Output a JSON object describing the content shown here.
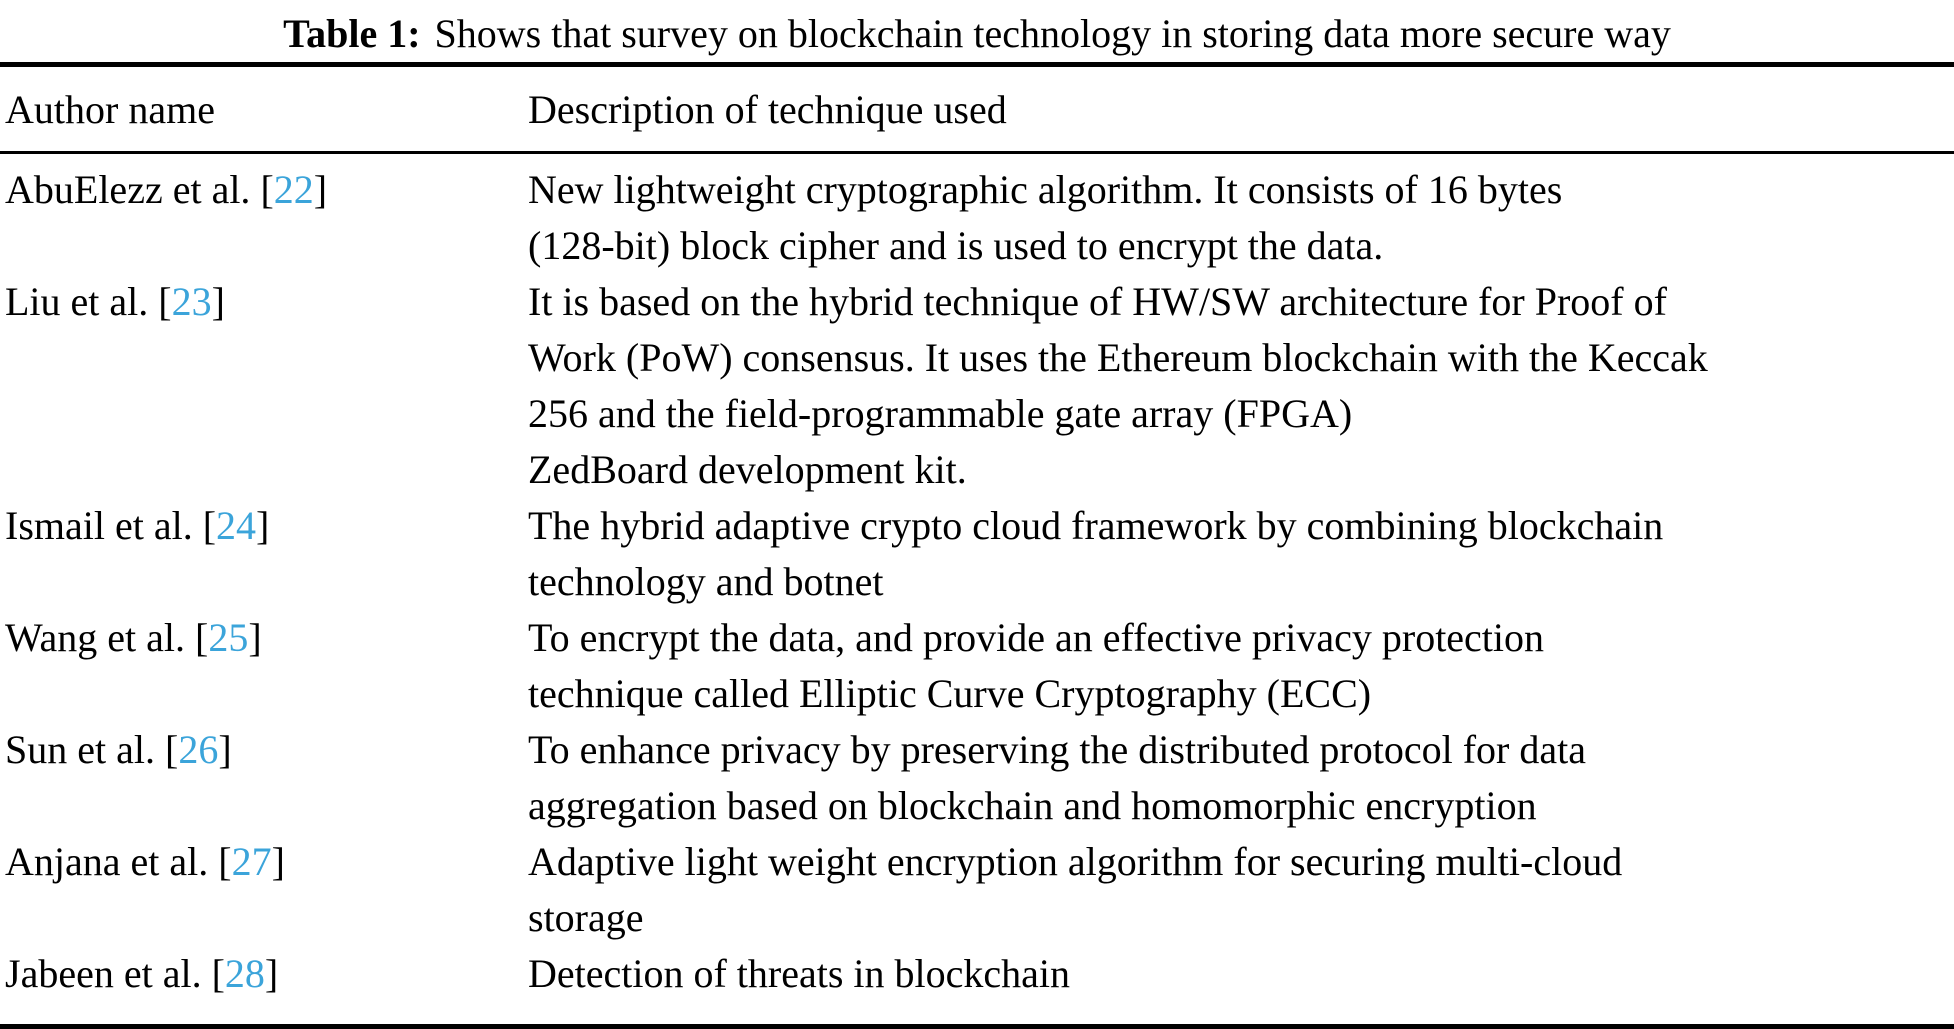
{
  "caption": {
    "label": "Table 1:",
    "text": "Shows that survey on blockchain technology in storing data more secure way"
  },
  "columns": [
    "Author name",
    "Description of technique used"
  ],
  "citation": {
    "bracket_open": "[",
    "bracket_close": "]"
  },
  "rows": [
    {
      "author": "AbuElezz et al.",
      "ref": "22",
      "description": "New lightweight cryptographic algorithm. It consists of 16 bytes\n(128-bit) block cipher and is used to encrypt the data."
    },
    {
      "author": "Liu et al.",
      "ref": "23",
      "description": "It is based on the hybrid technique of HW/SW architecture for Proof of\nWork (PoW) consensus. It uses the Ethereum blockchain with the Keccak\n256 and the field-programmable gate array (FPGA)\nZedBoard development kit."
    },
    {
      "author": "Ismail et al.",
      "ref": "24",
      "description": "The hybrid adaptive crypto cloud framework by combining blockchain\ntechnology and botnet"
    },
    {
      "author": "Wang et al.",
      "ref": "25",
      "description": "To encrypt the data, and provide an effective privacy protection\ntechnique called Elliptic Curve Cryptography (ECC)"
    },
    {
      "author": "Sun et al.",
      "ref": "26",
      "description": "To enhance privacy by preserving the distributed protocol for data\naggregation based on blockchain and homomorphic encryption"
    },
    {
      "author": "Anjana et al.",
      "ref": "27",
      "description": "Adaptive light weight encryption algorithm for securing multi-cloud\nstorage"
    },
    {
      "author": "Jabeen et al.",
      "ref": "28",
      "description": "Detection of threats in blockchain"
    }
  ],
  "colors": {
    "text": "#000000",
    "background": "#ffffff",
    "citation_blue": "#3ba4da",
    "rule": "#000000"
  }
}
